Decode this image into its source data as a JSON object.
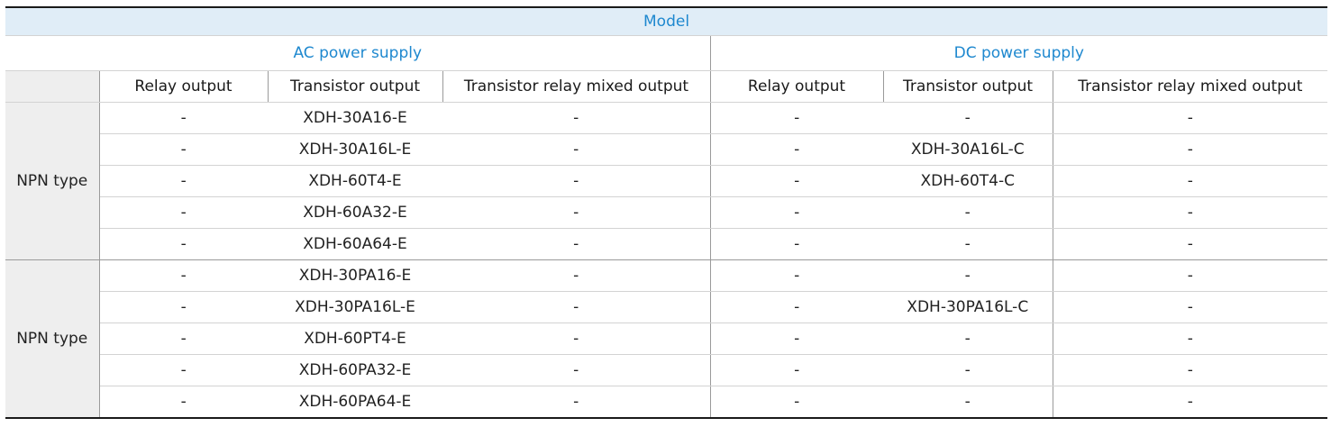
{
  "table": {
    "title": "Model",
    "supply_headers": [
      "AC power supply",
      "DC power supply"
    ],
    "column_headers": [
      "Relay output",
      "Transistor output",
      "Transistor relay mixed output",
      "Relay output",
      "Transistor output",
      "Transistor relay mixed output"
    ],
    "groups": [
      {
        "label": "NPN type",
        "rows": [
          [
            "-",
            "XDH-30A16-E",
            "-",
            "-",
            "-",
            "-"
          ],
          [
            "-",
            "XDH-30A16L-E",
            "-",
            "-",
            "XDH-30A16L-C",
            "-"
          ],
          [
            "-",
            "XDH-60T4-E",
            "-",
            "-",
            "XDH-60T4-C",
            "-"
          ],
          [
            "-",
            "XDH-60A32-E",
            "-",
            "-",
            "-",
            "-"
          ],
          [
            "-",
            "XDH-60A64-E",
            "-",
            "-",
            "-",
            "-"
          ]
        ]
      },
      {
        "label": "NPN type",
        "rows": [
          [
            "-",
            "XDH-30PA16-E",
            "-",
            "-",
            "-",
            "-"
          ],
          [
            "-",
            "XDH-30PA16L-E",
            "-",
            "-",
            "XDH-30PA16L-C",
            "-"
          ],
          [
            "-",
            "XDH-60PT4-E",
            "-",
            "-",
            "-",
            "-"
          ],
          [
            "-",
            "XDH-60PA32-E",
            "-",
            "-",
            "-",
            "-"
          ],
          [
            "-",
            "XDH-60PA64-E",
            "-",
            "-",
            "-",
            "-"
          ]
        ]
      }
    ]
  }
}
